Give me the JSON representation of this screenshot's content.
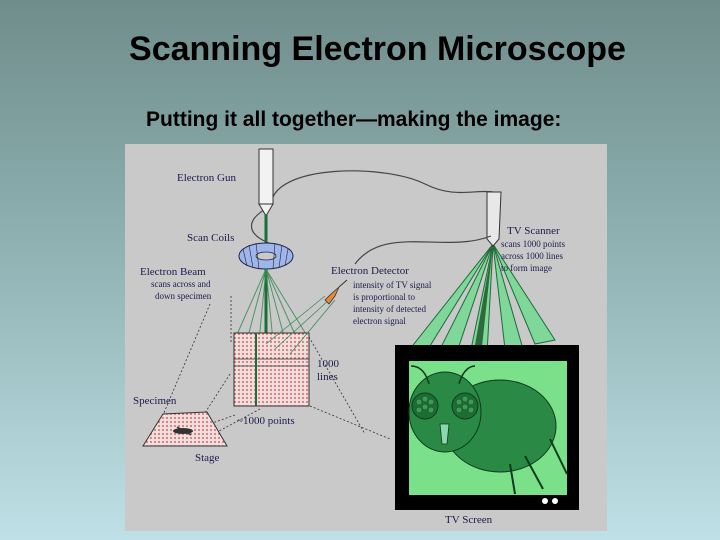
{
  "slide": {
    "title": "Scanning Electron Microscope",
    "subtitle": "Putting it all together—making the image:"
  },
  "diagram": {
    "labels": {
      "electron_gun": "Electron Gun",
      "scan_coils": "Scan Coils",
      "electron_beam": "Electron Beam",
      "beam_desc_1": "scans across and",
      "beam_desc_2": "down specimen",
      "electron_detector": "Electron Detector",
      "detector_desc_1": "intensity of TV signal",
      "detector_desc_2": "is proportional to",
      "detector_desc_3": "intensity of detected",
      "detector_desc_4": "electron signal",
      "tv_scanner": "TV Scanner",
      "scanner_desc_1": "scans 1000 points",
      "scanner_desc_2": "across 1000 lines",
      "scanner_desc_3": "to form image",
      "lines_count": "1000",
      "lines_word": "lines",
      "points": "~1000 points",
      "specimen": "Specimen",
      "stage": "Stage",
      "tv_screen": "TV Screen"
    },
    "colors": {
      "panel": "#c9c9c9",
      "label": "#1b1b4a",
      "beam": "#2e7d4f",
      "screen": "#7be08a",
      "fly": "#2a8a45",
      "raster": "#e8b8b8"
    }
  }
}
